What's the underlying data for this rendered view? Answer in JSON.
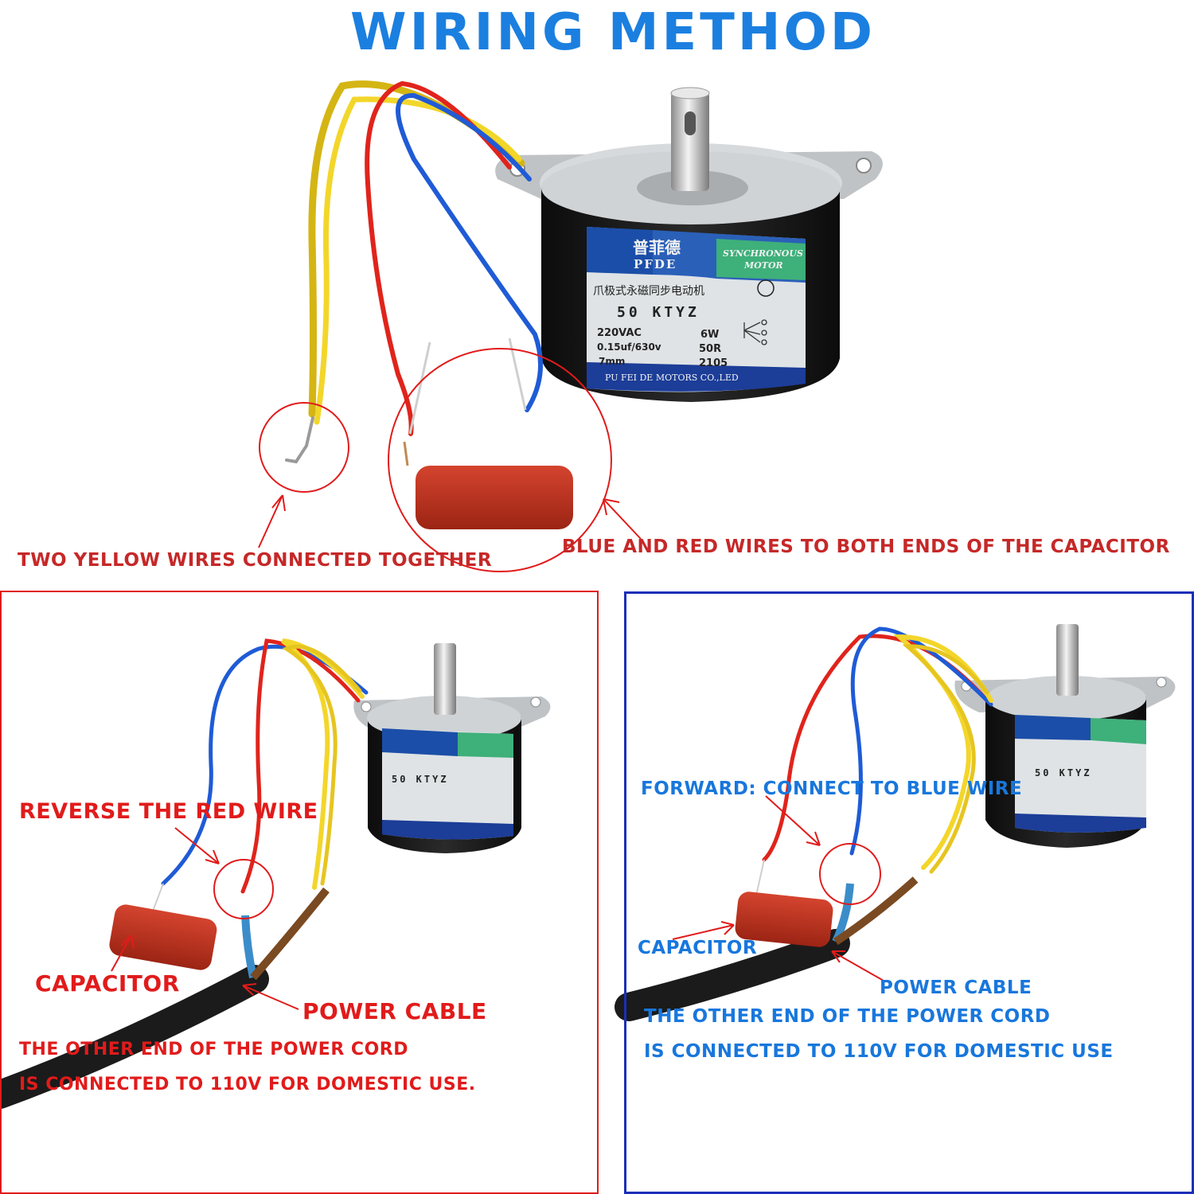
{
  "title": "WIRING METHOD",
  "top_section": {
    "label_yellow": "TWO YELLOW WIRES CONNECTED TOGETHER",
    "label_capacitor": "BLUE AND RED WIRES TO BOTH ENDS OF THE CAPACITOR"
  },
  "motor_label": {
    "brand_cn": "普菲德",
    "brand": "PFDE",
    "type_line1": "SYNCHRONOUS",
    "type_line2": "MOTOR",
    "cn_desc": "爪极式永磁同步电动机",
    "model": "50 KTYZ",
    "spec_voltage": "220VAC",
    "spec_power": "6W",
    "spec_cap": "0.15uf/630v",
    "spec_speed": "50R",
    "spec_shaft": "7mm",
    "spec_code": "2105",
    "maker": "PU FEI DE MOTORS CO.,LED"
  },
  "left_panel": {
    "heading": "REVERSE THE RED WIRE",
    "capacitor": "CAPACITOR",
    "power_cable": "POWER CABLE",
    "note_line1": "THE OTHER END OF THE POWER CORD",
    "note_line2": "IS CONNECTED TO 110V FOR DOMESTIC USE."
  },
  "right_panel": {
    "heading": "FORWARD: CONNECT TO BLUE WIRE",
    "capacitor": "CAPACITOR",
    "power_cable": "POWER CABLE",
    "note_line1": "THE OTHER END OF THE POWER CORD",
    "note_line2": "IS CONNECTED TO 110V FOR DOMESTIC USE"
  },
  "colors": {
    "title": "#1b7fe0",
    "accent_red": "#e11b1b",
    "accent_blue": "#1877dc",
    "panel_blue_border": "#1c2fb8"
  }
}
